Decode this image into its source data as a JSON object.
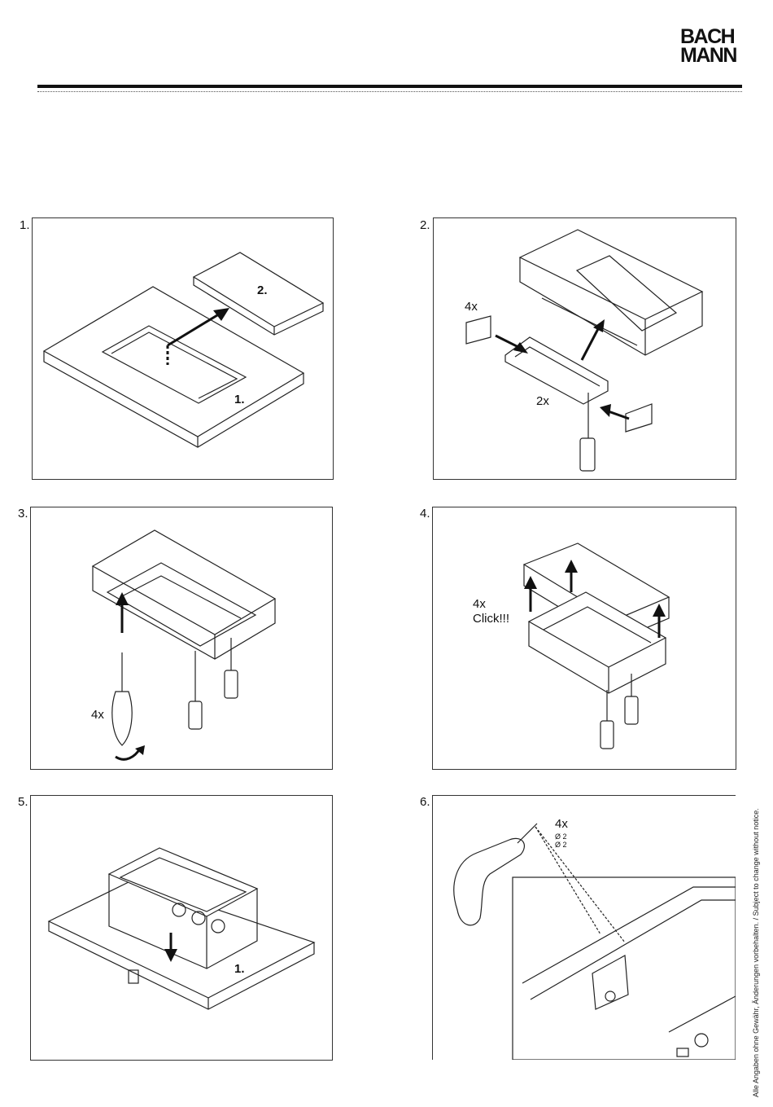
{
  "brand": {
    "line1": "BACH",
    "line2": "MANN"
  },
  "steps": [
    {
      "number": "1.",
      "labels": {
        "part1": "1.",
        "part2": "2."
      }
    },
    {
      "number": "2.",
      "labels": {
        "count_a": "4x",
        "count_b": "2x"
      }
    },
    {
      "number": "3.",
      "labels": {
        "count": "4x"
      }
    },
    {
      "number": "4.",
      "labels": {
        "count": "4x",
        "click": "Click!!!"
      }
    },
    {
      "number": "5.",
      "labels": {
        "part": "1."
      }
    },
    {
      "number": "6.",
      "labels": {
        "count": "4x",
        "drill_spec_1": "Ø 2",
        "drill_spec_2": "Ø 2"
      }
    }
  ],
  "side_note": "Alle Angaben ohne Gewähr, Änderungen vorbehalten. / Subject to change without notice."
}
